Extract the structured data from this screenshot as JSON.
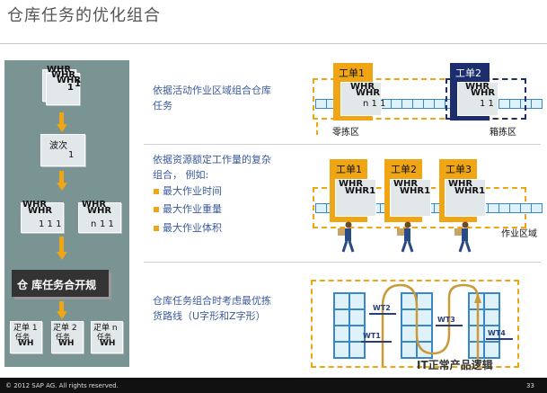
{
  "slide": {
    "title": "仓库任务的优化组合",
    "footer_left": "© 2012 SAP AG. All rights reserved.",
    "page_number": "33",
    "watermark": "IT正常产品逻辑"
  },
  "left": {
    "whr": "WHR",
    "digit1": "1",
    "wave_label": "波次",
    "wave_number": "1",
    "group1_digits": "1 1 1",
    "group2_prefix": "n",
    "group2_digits": "1 1",
    "combine_label": "仓 库任务合开规",
    "bottom_cards": [
      {
        "label": "疋单 1",
        "sub": "任务"
      },
      {
        "label": "疋单 2",
        "sub": "任务"
      },
      {
        "label": "疋单 n",
        "sub": "任务"
      }
    ],
    "bottom_whr": "WH"
  },
  "section1": {
    "text_line1": "依据活动作业区域组合仓库",
    "text_line2": "任务",
    "ticket1": "工单1",
    "ticket2": "工单2",
    "zone1": "零拣区",
    "zone2": "箱拣区",
    "n1_digits": "n 1 1",
    "t2_digits": "1 1"
  },
  "section2": {
    "text_line1": "依据资源额定工作量的复杂",
    "text_line2": "组合， 例如:",
    "bullets": [
      "最大作业时间",
      "最大作业重量",
      "最大作业体积"
    ],
    "tickets": [
      "工单1",
      "工单2",
      "工单3"
    ],
    "area": "作业区域",
    "whr1": "WHR1"
  },
  "section3": {
    "text_line1": "仓库任务组合时考虑最优拣",
    "text_line2": "货路线（U字形和Z字形）",
    "wt_labels": [
      "WT2",
      "WT3",
      "WT1",
      "WT4"
    ]
  },
  "colors": {
    "accent": "#f0a515",
    "text_blue": "#3b5a9a",
    "panel": "#7a9393",
    "navy": "#1c2e6e"
  }
}
